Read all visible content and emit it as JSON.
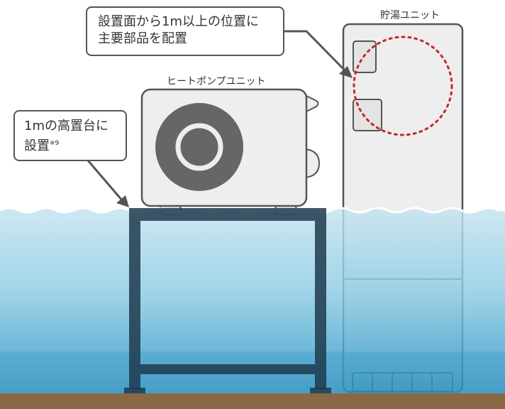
{
  "labels": {
    "heat_pump_unit": "ヒートポンプユニット",
    "storage_unit": "貯湯ユニット"
  },
  "callouts": {
    "top": {
      "line1": "設置面から1m以上の位置に",
      "line2": "主要部品を配置"
    },
    "left": {
      "line1": "1mの高置台に",
      "line2": "設置",
      "note": "※9"
    }
  },
  "colors": {
    "water_top": "#b8dcec",
    "water_bottom": "#2a8fbd",
    "ground": "#8a6745",
    "frame": "#1e3a4e",
    "unit_fill": "#eeeeee",
    "unit_stroke": "#555555",
    "fan": "#666666",
    "dashed_circle": "#c62828"
  }
}
